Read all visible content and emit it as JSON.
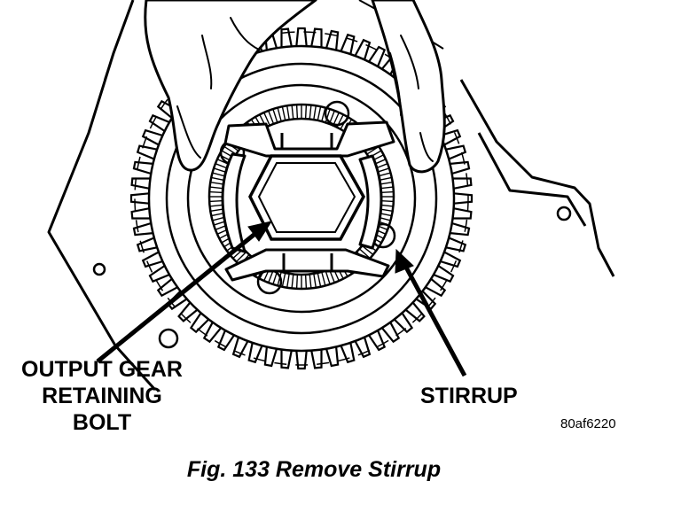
{
  "callouts": {
    "output_gear_bolt": [
      "OUTPUT GEAR",
      "RETAINING",
      "BOLT"
    ],
    "stirrup": "STIRRUP"
  },
  "figure_code": "80af6220",
  "caption": "Fig. 133 Remove Stirrup"
}
